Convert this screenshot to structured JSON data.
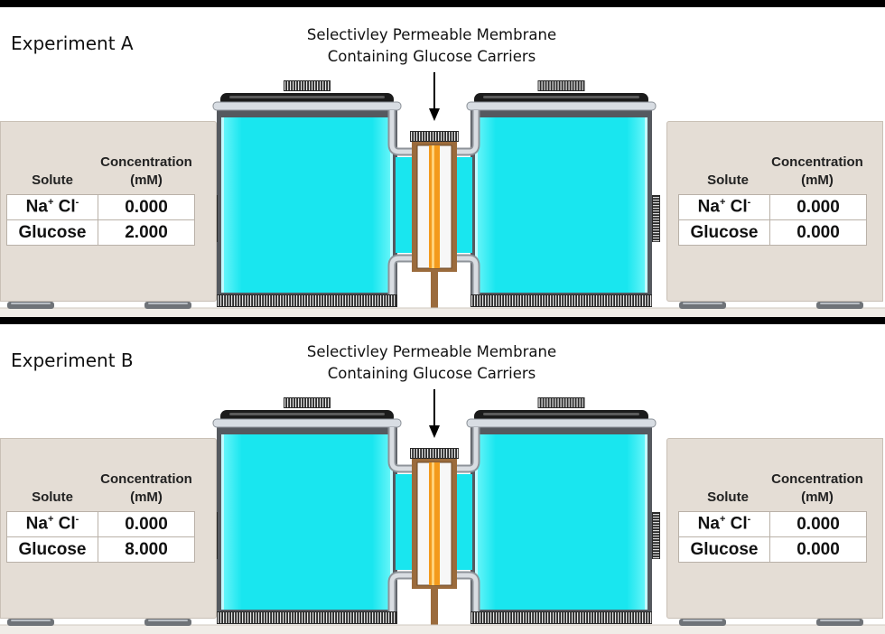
{
  "membrane_label": {
    "line1": "Selectivley Permeable Membrane",
    "line2": "Containing Glucose Carriers"
  },
  "headers": {
    "solute": "Solute",
    "concentration_line1": "Concentration",
    "concentration_line2": "(mM)"
  },
  "ion": {
    "na": "Na",
    "na_charge": "+",
    "cl": "Cl",
    "cl_charge": "-"
  },
  "experiments": [
    {
      "title": "Experiment A",
      "left": {
        "nacl": "0.000",
        "glucose_label": "Glucose",
        "glucose": "2.000"
      },
      "right": {
        "nacl": "0.000",
        "glucose_label": "Glucose",
        "glucose": "0.000"
      }
    },
    {
      "title": "Experiment B",
      "left": {
        "nacl": "0.000",
        "glucose_label": "Glucose",
        "glucose": "8.000"
      },
      "right": {
        "nacl": "0.000",
        "glucose_label": "Glucose",
        "glucose": "0.000"
      }
    }
  ],
  "colors": {
    "water": "#19e6ef",
    "water_highlight": "#6ff6fa",
    "lid": "#1b1b1b",
    "membrane_frame": "#9b6b3c",
    "membrane_core": "#f39a1c",
    "box_fill": "#e4ddd5",
    "pipe": "#a9adb3"
  }
}
